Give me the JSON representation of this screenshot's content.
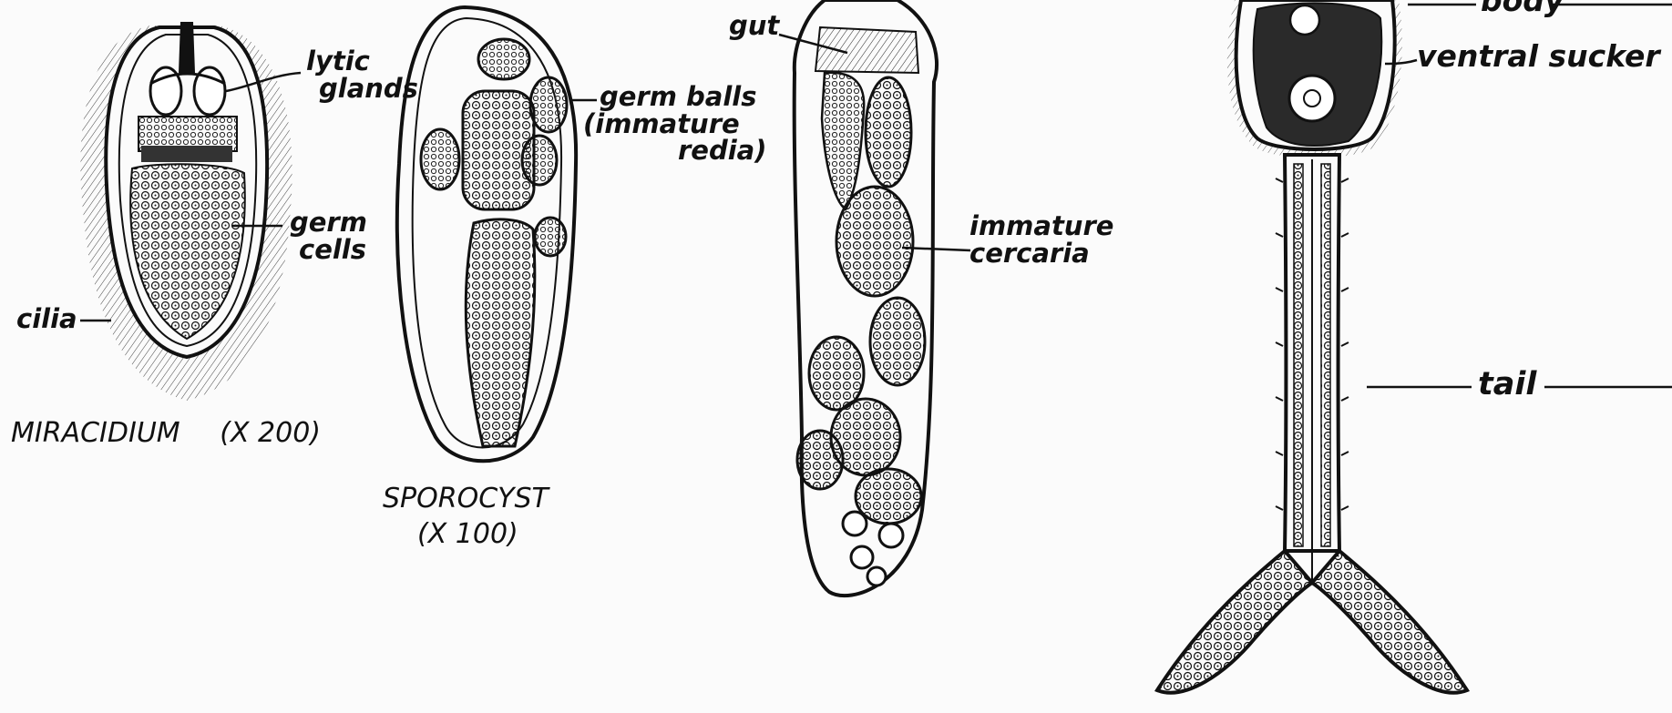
{
  "miracidium": {
    "labels": {
      "lytic_glands_1": "lytic",
      "lytic_glands_2": "glands",
      "germ_cells_1": "germ",
      "germ_cells_2": "cells",
      "cilia": "cilia"
    },
    "caption_name": "MIRACIDIUM",
    "caption_scale": "(X 200)"
  },
  "sporocyst": {
    "labels": {
      "germ_balls_1": "germ balls",
      "germ_balls_2": "(immature",
      "germ_balls_3": "redia)"
    },
    "caption_name": "SPOROCYST",
    "caption_scale": "(X 100)"
  },
  "redia": {
    "labels": {
      "gut": "gut",
      "immature_cercaria_1": "immature",
      "immature_cercaria_2": "cercaria"
    }
  },
  "cercaria": {
    "labels": {
      "body": "body",
      "ventral_sucker": "ventral sucker",
      "tail": "tail"
    }
  }
}
